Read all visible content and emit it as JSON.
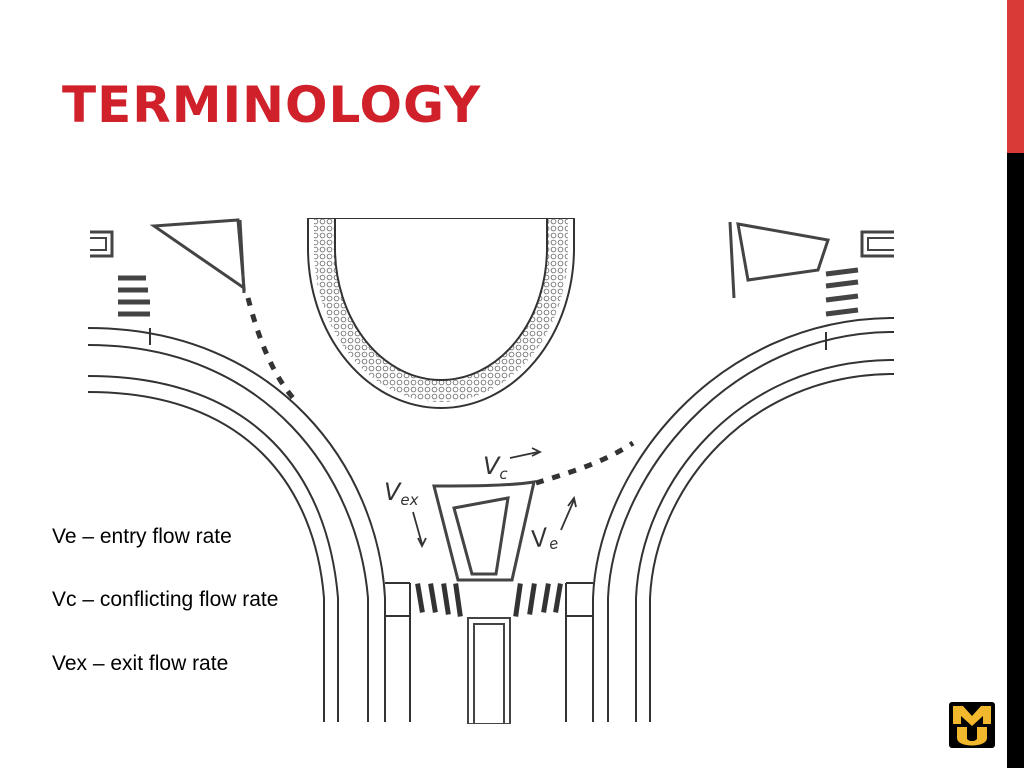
{
  "slide": {
    "title": "TERMINOLOGY",
    "accent_color": "#d93a37",
    "title_color": "#d0202a",
    "side_bar_colors": [
      "#d93a37",
      "#000000"
    ]
  },
  "diagram": {
    "flow_labels": {
      "vc": {
        "main": "V",
        "sub": "c"
      },
      "vex": {
        "main": "V",
        "sub": "ex"
      },
      "ve": {
        "main": "V",
        "sub": "e"
      }
    }
  },
  "terms": [
    {
      "text": "Ve – entry flow rate"
    },
    {
      "text": "Vc – conflicting flow rate"
    },
    {
      "text": "Vex – exit flow rate"
    }
  ],
  "logo": {
    "text": "MU",
    "colors": [
      "#f1b82d",
      "#000000"
    ]
  }
}
